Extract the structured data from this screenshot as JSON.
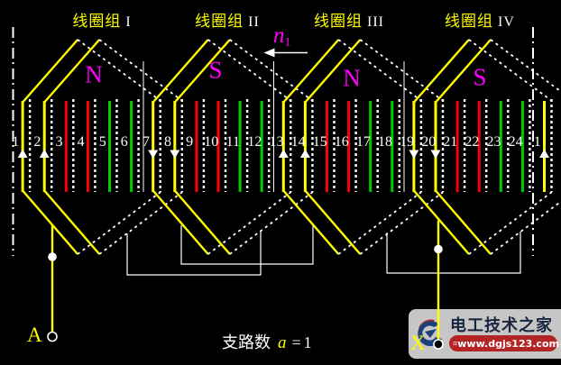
{
  "coil_groups": [
    {
      "label_cn": "线圈组",
      "numeral": "I",
      "pole": "N"
    },
    {
      "label_cn": "线圈组",
      "numeral": "II",
      "pole": "S"
    },
    {
      "label_cn": "线圈组",
      "numeral": "III",
      "pole": "N"
    },
    {
      "label_cn": "线圈组",
      "numeral": "IV",
      "pole": "S"
    }
  ],
  "speed": {
    "base": "n",
    "sub": "1"
  },
  "slots": [
    {
      "n": "1",
      "phase": "A",
      "arrow": "up"
    },
    {
      "n": "2",
      "phase": "A",
      "arrow": "up"
    },
    {
      "n": "3",
      "phase": "B",
      "arrow": null
    },
    {
      "n": "4",
      "phase": "B",
      "arrow": null
    },
    {
      "n": "5",
      "phase": "C",
      "arrow": null
    },
    {
      "n": "6",
      "phase": "C",
      "arrow": null
    },
    {
      "n": "7",
      "phase": "A",
      "arrow": "down"
    },
    {
      "n": "8",
      "phase": "A",
      "arrow": "down"
    },
    {
      "n": "9",
      "phase": "B",
      "arrow": null
    },
    {
      "n": "10",
      "phase": "B",
      "arrow": null
    },
    {
      "n": "11",
      "phase": "C",
      "arrow": null
    },
    {
      "n": "12",
      "phase": "C",
      "arrow": null
    },
    {
      "n": "13",
      "phase": "A",
      "arrow": "up"
    },
    {
      "n": "14",
      "phase": "A",
      "arrow": "up"
    },
    {
      "n": "15",
      "phase": "B",
      "arrow": null
    },
    {
      "n": "16",
      "phase": "B",
      "arrow": null
    },
    {
      "n": "17",
      "phase": "C",
      "arrow": null
    },
    {
      "n": "18",
      "phase": "C",
      "arrow": null
    },
    {
      "n": "19",
      "phase": "A",
      "arrow": "down"
    },
    {
      "n": "20",
      "phase": "A",
      "arrow": "down"
    },
    {
      "n": "21",
      "phase": "B",
      "arrow": null
    },
    {
      "n": "22",
      "phase": "B",
      "arrow": null
    },
    {
      "n": "23",
      "phase": "C",
      "arrow": null
    },
    {
      "n": "24",
      "phase": "C",
      "arrow": null
    },
    {
      "n": "1",
      "phase": "A",
      "arrow": "up"
    }
  ],
  "phase_colors": {
    "A": "#ffff00",
    "B": "#ff0000",
    "C": "#00cc00"
  },
  "terminals": {
    "start": "A",
    "end": "X"
  },
  "caption": {
    "label": "支路数",
    "variable": "a",
    "equals": "=",
    "value": "1"
  },
  "watermark": {
    "site": "电工技术之家",
    "url": "www.dgjs123.com"
  },
  "colors": {
    "background": "#000000",
    "wire_yellow": "#ffff00",
    "dotted_return": "#ffffff",
    "pole_letter": "#ff00ff",
    "slot_number": "#ffffff"
  }
}
